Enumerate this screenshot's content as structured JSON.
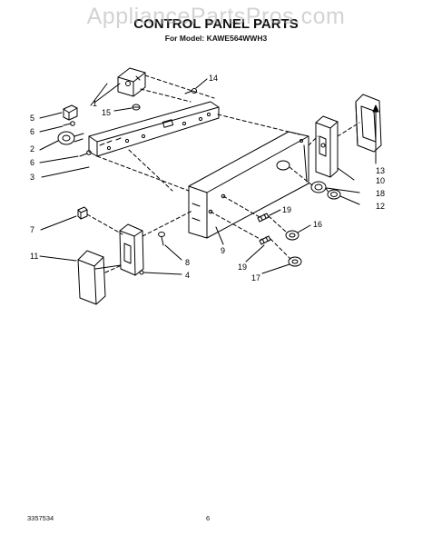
{
  "watermark": "AppliancePartsPros.com",
  "title": "CONTROL PANEL PARTS",
  "subtitle": "For Model: KAWE564WWH3",
  "footer": {
    "doc_number": "3357534",
    "page_number": "6"
  },
  "callouts": [
    "1",
    "2",
    "3",
    "4",
    "5",
    "6",
    "6",
    "7",
    "8",
    "9",
    "10",
    "11",
    "12",
    "13",
    "14",
    "15",
    "16",
    "17",
    "18",
    "19",
    "19"
  ]
}
